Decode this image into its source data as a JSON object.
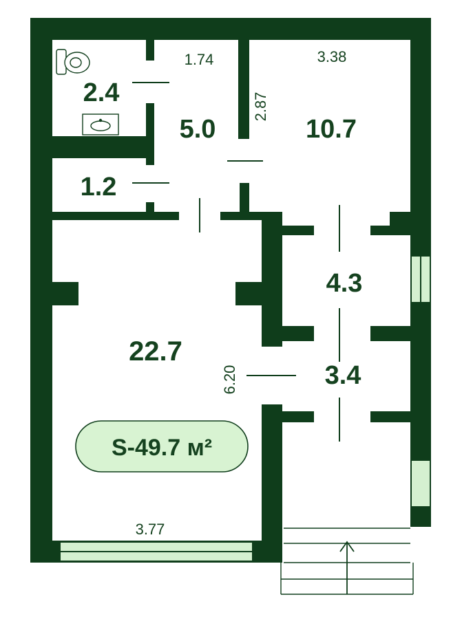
{
  "colors": {
    "wall": "#0f3d1b",
    "window": "#d5f0d0",
    "badge_fill": "#d8f3d2",
    "text": "#15421f"
  },
  "rooms": {
    "bathroom": "2.4",
    "corridor": "5.0",
    "storage": "1.2",
    "office_right": "10.7",
    "hall_upper": "4.3",
    "hall_lower": "3.4",
    "main_room": "22.7"
  },
  "dimensions": {
    "corridor_width": "1.74",
    "office_width": "3.38",
    "corridor_length": "2.87",
    "main_room_length": "6.20",
    "main_room_width": "3.77"
  },
  "total_area": "S-49.7 м²",
  "icons": [
    "toilet-icon",
    "sink-icon",
    "entrance-arrow-icon"
  ]
}
